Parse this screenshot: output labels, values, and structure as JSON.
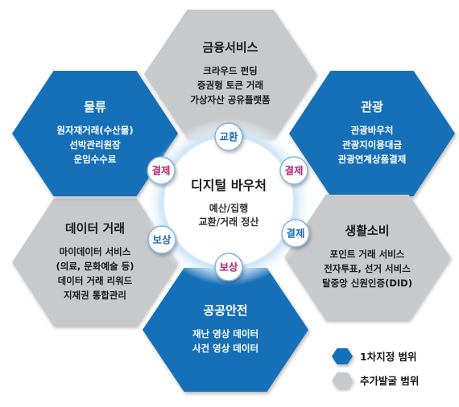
{
  "center": {
    "title": "디지털 바우처",
    "lines": [
      "예산/집행",
      "교환/거래 정산"
    ]
  },
  "hexagons": [
    {
      "id": "finance",
      "kind": "gray",
      "title": "금융서비스",
      "lines": [
        "크라우드 펀딩",
        "증권형 토큰 거래",
        "가상자산 공유플랫폼"
      ]
    },
    {
      "id": "tourism",
      "kind": "blue",
      "title": "관광",
      "lines": [
        "관광바우처",
        "관광지이용대금",
        "관광연계상품결제"
      ]
    },
    {
      "id": "consumer",
      "kind": "gray",
      "title": "생활소비",
      "lines": [
        "포인트 거래 서비스",
        "전자투표, 선거 서비스",
        "탈중앙 신원인증(DID)"
      ]
    },
    {
      "id": "public-safety",
      "kind": "blue",
      "title": "공공안전",
      "lines": [
        "재난 영상 데이터",
        "사건 영상 데이터"
      ]
    },
    {
      "id": "data-trade",
      "kind": "gray",
      "title": "데이터 거래",
      "lines": [
        "마이데이터 서비스",
        "(의료, 문화예술 등)",
        "데이터 거래 리워드",
        "지재권 통합관리"
      ]
    },
    {
      "id": "logistics",
      "kind": "blue",
      "title": "물류",
      "lines": [
        "원자재거래(수산물)",
        "선박관리원장",
        "운임수수료"
      ]
    }
  ],
  "bubbles": [
    {
      "id": "top",
      "label": "교환",
      "color": "#1e6db5"
    },
    {
      "id": "upper-right",
      "label": "결제",
      "color": "#b0277a"
    },
    {
      "id": "lower-right",
      "label": "결제",
      "color": "#1e6db5"
    },
    {
      "id": "bottom",
      "label": "보상",
      "color": "#b0277a"
    },
    {
      "id": "lower-left",
      "label": "보상",
      "color": "#1e6db5"
    },
    {
      "id": "upper-left",
      "label": "결제",
      "color": "#b0277a"
    }
  ],
  "legend": [
    {
      "kind": "blue",
      "label": "1차지정 범위"
    },
    {
      "kind": "gray",
      "label": "추가발굴 범위"
    }
  ],
  "colors": {
    "blue": "#1470b8",
    "gray": "#c8c9cb",
    "grayText": "#1a1a1a",
    "blueText": "#ffffff"
  }
}
